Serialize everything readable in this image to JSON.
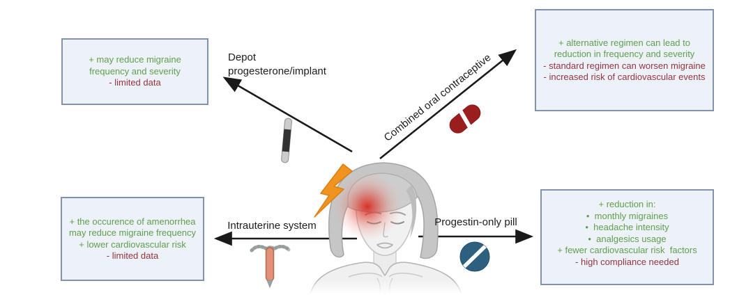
{
  "diagram": {
    "subject": "Effects of contraceptive methods on migraine",
    "center_figure": "woman head with migraine pain flash"
  },
  "labels": {
    "depot_line1": "Depot",
    "depot_line2": "progesterone/implant",
    "combined": "Combined oral contraceptive",
    "intrauterine": "Intrauterine system",
    "progestin": "Progestin-only pill"
  },
  "boxes": {
    "top_left": {
      "lines": [
        {
          "text": "+ may reduce migraine frequency and severity",
          "tone": "positive",
          "bullet": false
        },
        {
          "text": "- limited data",
          "tone": "negative",
          "bullet": false
        }
      ]
    },
    "top_right": {
      "lines": [
        {
          "text": "+ alternative regimen can lead to reduction in frequency and severity",
          "tone": "positive",
          "bullet": false
        },
        {
          "text": "- standard regimen can worsen migraine",
          "tone": "negative",
          "bullet": false
        },
        {
          "text": "- increased risk of cardiovascular events",
          "tone": "negative",
          "bullet": false
        }
      ]
    },
    "bottom_left": {
      "lines": [
        {
          "text": "+ the occurence of amenorrhea may reduce migraine frequency",
          "tone": "positive",
          "bullet": false
        },
        {
          "text": "+ lower cardiovascular risk",
          "tone": "positive",
          "bullet": false
        },
        {
          "text": "- limited data",
          "tone": "negative",
          "bullet": false
        }
      ]
    },
    "bottom_right": {
      "lines": [
        {
          "text": "+ reduction in:",
          "tone": "positive",
          "bullet": false
        },
        {
          "text": "monthly migraines",
          "tone": "positive",
          "bullet": true
        },
        {
          "text": "headache intensity",
          "tone": "positive",
          "bullet": true
        },
        {
          "text": "analgesics usage",
          "tone": "positive",
          "bullet": true
        },
        {
          "text": "+ fewer cardiovascular risk  factors",
          "tone": "positive",
          "bullet": false
        },
        {
          "text": "- high compliance needed",
          "tone": "negative",
          "bullet": false
        }
      ]
    }
  },
  "icons": {
    "implant": "contraceptive-implant-rod-icon",
    "capsule": "combined-oral-contraceptive-capsule-icon",
    "iud": "intrauterine-device-icon",
    "pill": "progestin-only-pill-icon",
    "lightning": "migraine-lightning-bolt-icon",
    "head": "woman-head-figure"
  },
  "colors": {
    "positive": "#5f9e4f",
    "negative": "#93353f",
    "box_bg": "#edf1f8",
    "box_border": "#8292ac",
    "arrow": "#1a1a1a",
    "capsule_red": "#9b1e1f",
    "pill_blue": "#2c607e",
    "bolt_orange": "#f1931f",
    "iud_body": "#e39078",
    "migraine_glow": "#dc2a20"
  }
}
